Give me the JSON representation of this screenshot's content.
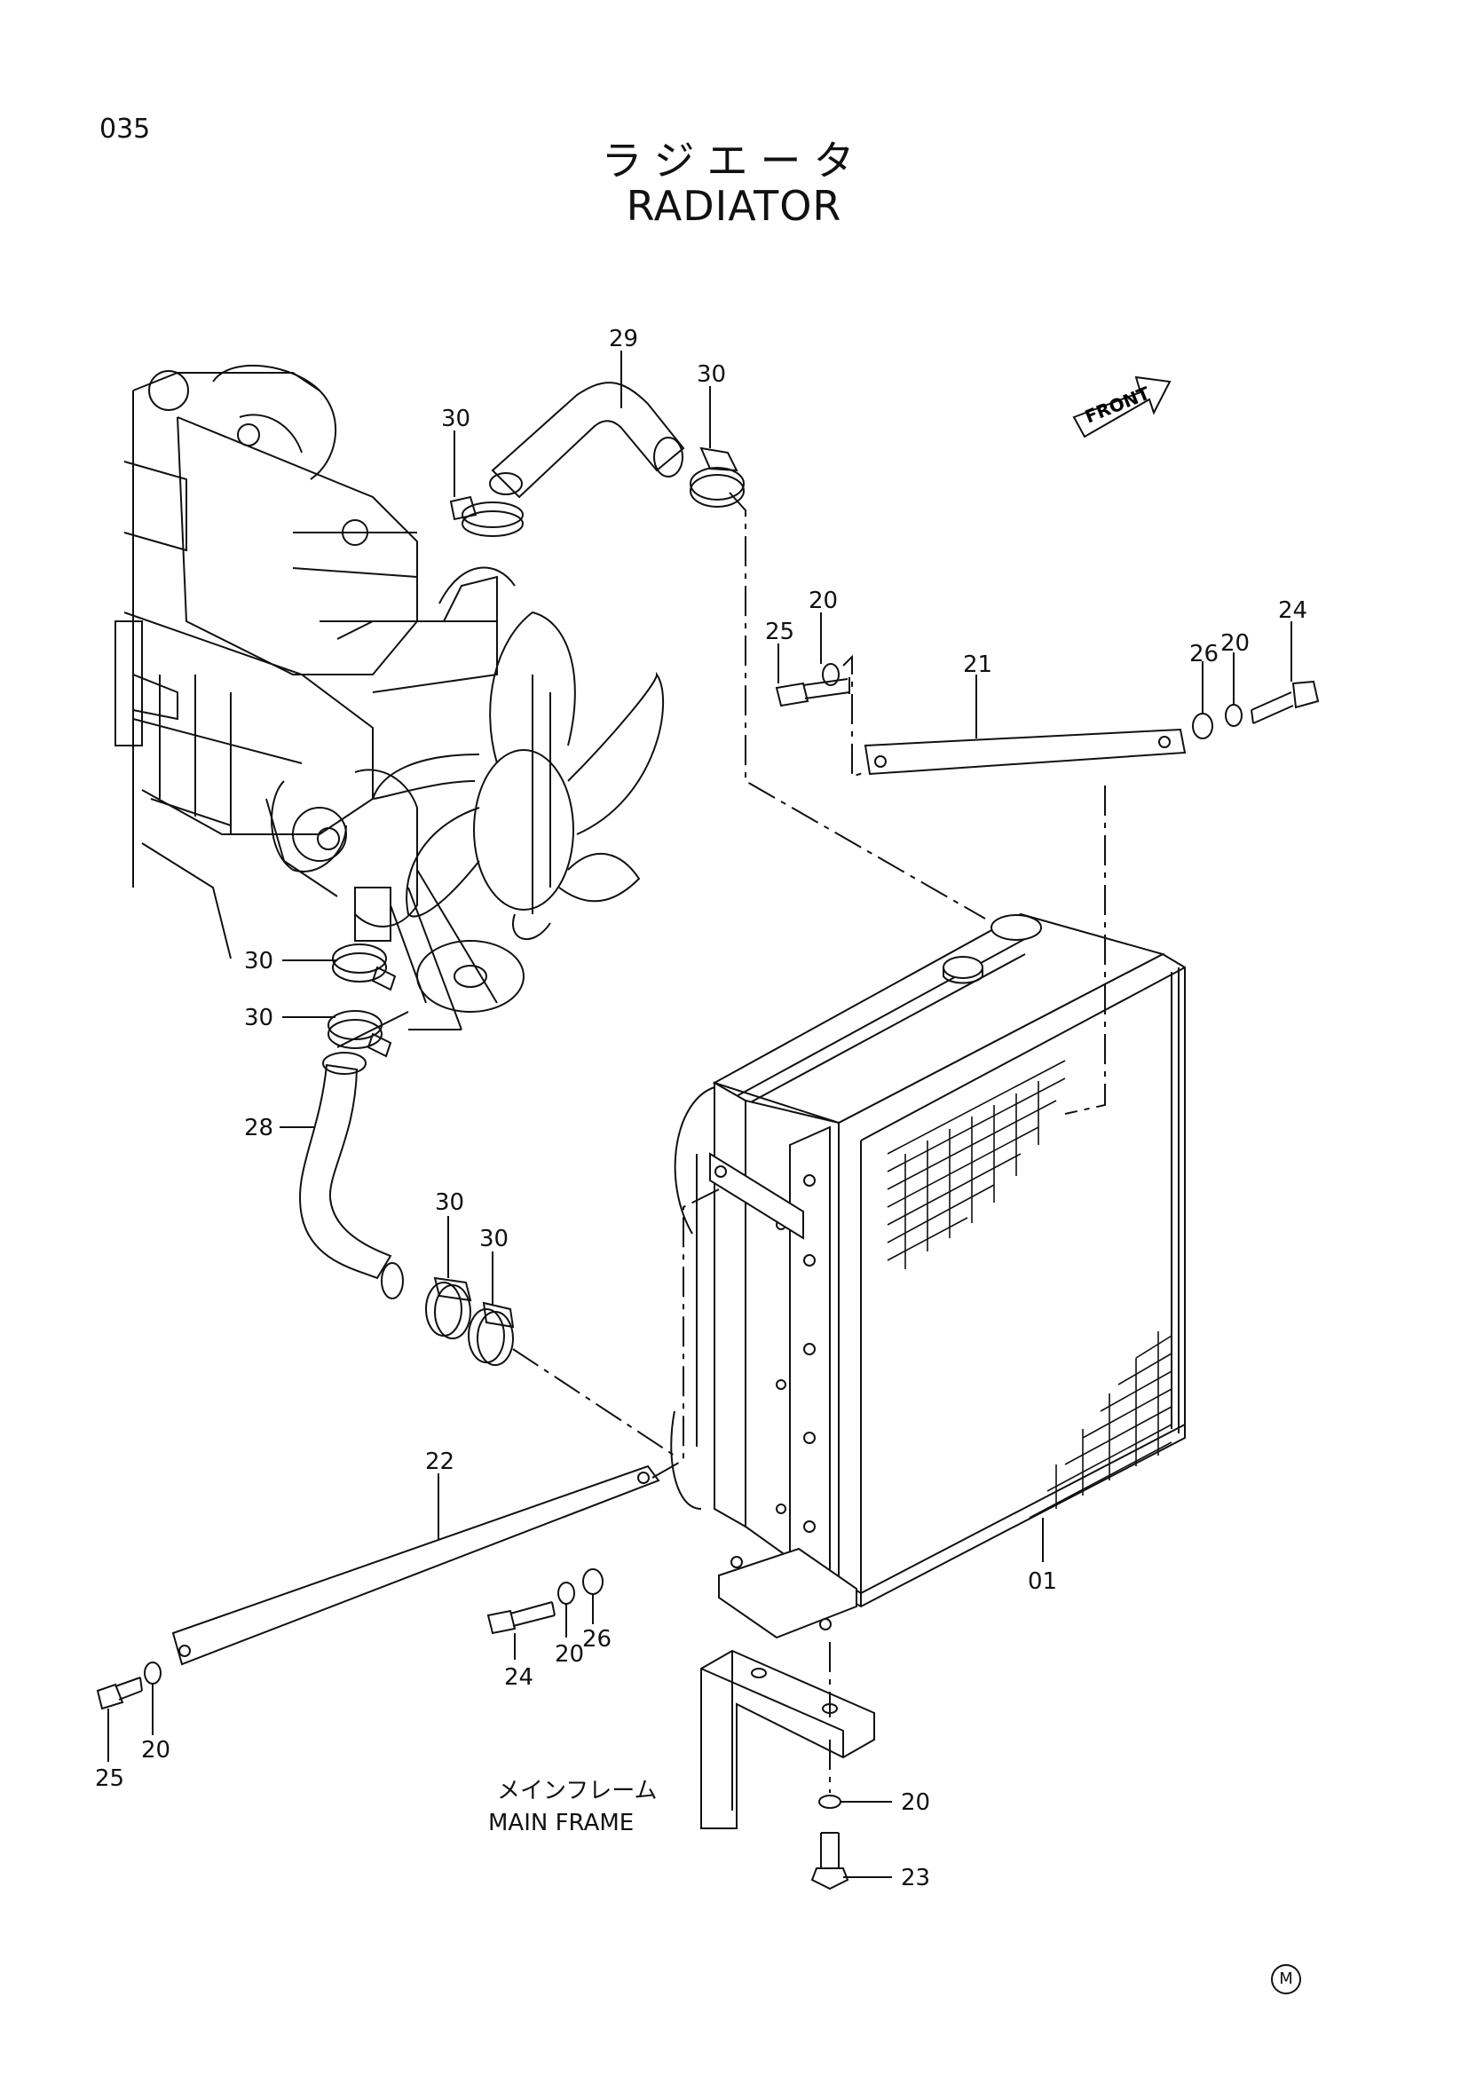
{
  "page_number": "035",
  "title_jp": "ラジエータ",
  "title_en": "RADIATOR",
  "front_label": "FRONT",
  "main_frame": {
    "jp": "メインフレーム",
    "en": "MAIN FRAME"
  },
  "part_labels": {
    "p29": "29",
    "p30_top_right": "30",
    "p30_top_left": "30",
    "p25_top": "25",
    "p20_top": "20",
    "p24_top": "24",
    "p26_top": "26",
    "p20_top_right": "20",
    "p21": "21",
    "p30_mid_a": "30",
    "p30_mid_b": "30",
    "p28": "28",
    "p30_low_a": "30",
    "p30_low_b": "30",
    "p22": "22",
    "p24_bottom": "24",
    "p20_bottom": "20",
    "p26_bottom": "26",
    "p25_bottom": "25",
    "p20_bottom_left": "20",
    "p01": "01",
    "p20_frame": "20",
    "p23": "23"
  },
  "corner_mark": "M"
}
